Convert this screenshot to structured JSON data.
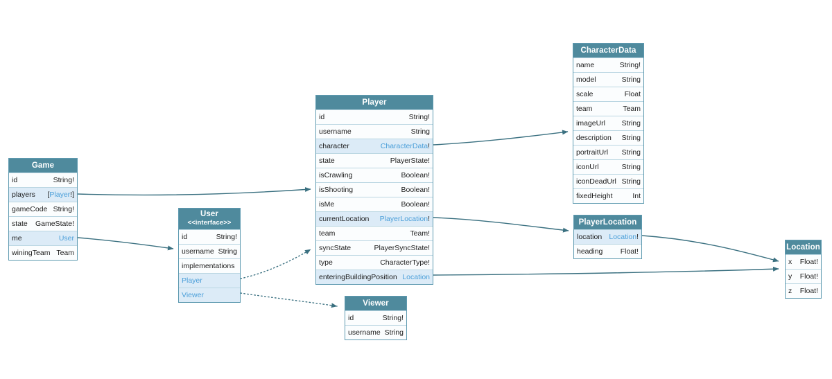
{
  "diagram": {
    "kind": "graphql-schema-diagram",
    "colors": {
      "node_header": "#4f8a9d",
      "node_border": "#5e9ab0",
      "row_separator": "#bad6e2",
      "link_row_background": "#dcebf7",
      "type_link_text": "#4b9fd9",
      "edge": "#3a7080",
      "field_text": "#1c1c1c"
    }
  },
  "tables": {
    "game": {
      "title": "Game",
      "fields": [
        {
          "name": "id",
          "t": "String!"
        },
        {
          "name": "players",
          "t_pre": "[",
          "t_link": "Player",
          "t_post": "!]"
        },
        {
          "name": "gameCode",
          "t": "String!"
        },
        {
          "name": "state",
          "t": "GameState!"
        },
        {
          "name": "me",
          "t_link": "User"
        },
        {
          "name": "winingTeam",
          "t": "Team"
        }
      ]
    },
    "user": {
      "title": "User",
      "stereotype": "<<interface>>",
      "fields": [
        {
          "name": "id",
          "t": "String!"
        },
        {
          "name": "username",
          "t": "String"
        },
        {
          "name": "implementations"
        },
        {
          "name_link": "Player"
        },
        {
          "name_link": "Viewer"
        }
      ]
    },
    "player": {
      "title": "Player",
      "fields": [
        {
          "name": "id",
          "t": "String!"
        },
        {
          "name": "username",
          "t": "String"
        },
        {
          "name": "character",
          "t_link": "CharacterData",
          "t_post": "!"
        },
        {
          "name": "state",
          "t": "PlayerState!"
        },
        {
          "name": "isCrawling",
          "t": "Boolean!"
        },
        {
          "name": "isShooting",
          "t": "Boolean!"
        },
        {
          "name": "isMe",
          "t": "Boolean!"
        },
        {
          "name": "currentLocation",
          "t_link": "PlayerLocation",
          "t_post": "!"
        },
        {
          "name": "team",
          "t": "Team!"
        },
        {
          "name": "syncState",
          "t": "PlayerSyncState!"
        },
        {
          "name": "type",
          "t": "CharacterType!"
        },
        {
          "name": "enteringBuildingPosition",
          "t_link": "Location"
        }
      ]
    },
    "viewer": {
      "title": "Viewer",
      "fields": [
        {
          "name": "id",
          "t": "String!"
        },
        {
          "name": "username",
          "t": "String"
        }
      ]
    },
    "characterData": {
      "title": "CharacterData",
      "fields": [
        {
          "name": "name",
          "t": "String!"
        },
        {
          "name": "model",
          "t": "String"
        },
        {
          "name": "scale",
          "t": "Float"
        },
        {
          "name": "team",
          "t": "Team"
        },
        {
          "name": "imageUrl",
          "t": "String"
        },
        {
          "name": "description",
          "t": "String"
        },
        {
          "name": "portraitUrl",
          "t": "String"
        },
        {
          "name": "iconUrl",
          "t": "String"
        },
        {
          "name": "iconDeadUrl",
          "t": "String"
        },
        {
          "name": "fixedHeight",
          "t": "Int"
        }
      ]
    },
    "playerLocation": {
      "title": "PlayerLocation",
      "fields": [
        {
          "name": "location",
          "t_link": "Location",
          "t_post": "!"
        },
        {
          "name": "heading",
          "t": "Float!"
        }
      ]
    },
    "location": {
      "title": "Location",
      "fields": [
        {
          "name": "x",
          "t": "Float!"
        },
        {
          "name": "y",
          "t": "Float!"
        },
        {
          "name": "z",
          "t": "Float!"
        }
      ]
    }
  },
  "edges": [
    {
      "from": "Game.players",
      "to": "Player",
      "style": "solid"
    },
    {
      "from": "Game.me",
      "to": "User",
      "style": "solid"
    },
    {
      "from": "Player.character",
      "to": "CharacterData",
      "style": "solid"
    },
    {
      "from": "Player.currentLocation",
      "to": "PlayerLocation",
      "style": "solid"
    },
    {
      "from": "Player.enteringBuildingPosition",
      "to": "Location",
      "style": "solid"
    },
    {
      "from": "PlayerLocation.location",
      "to": "Location",
      "style": "solid"
    },
    {
      "from": "User.Player",
      "to": "Player",
      "style": "dotted"
    },
    {
      "from": "User.Viewer",
      "to": "Viewer",
      "style": "dotted"
    }
  ]
}
